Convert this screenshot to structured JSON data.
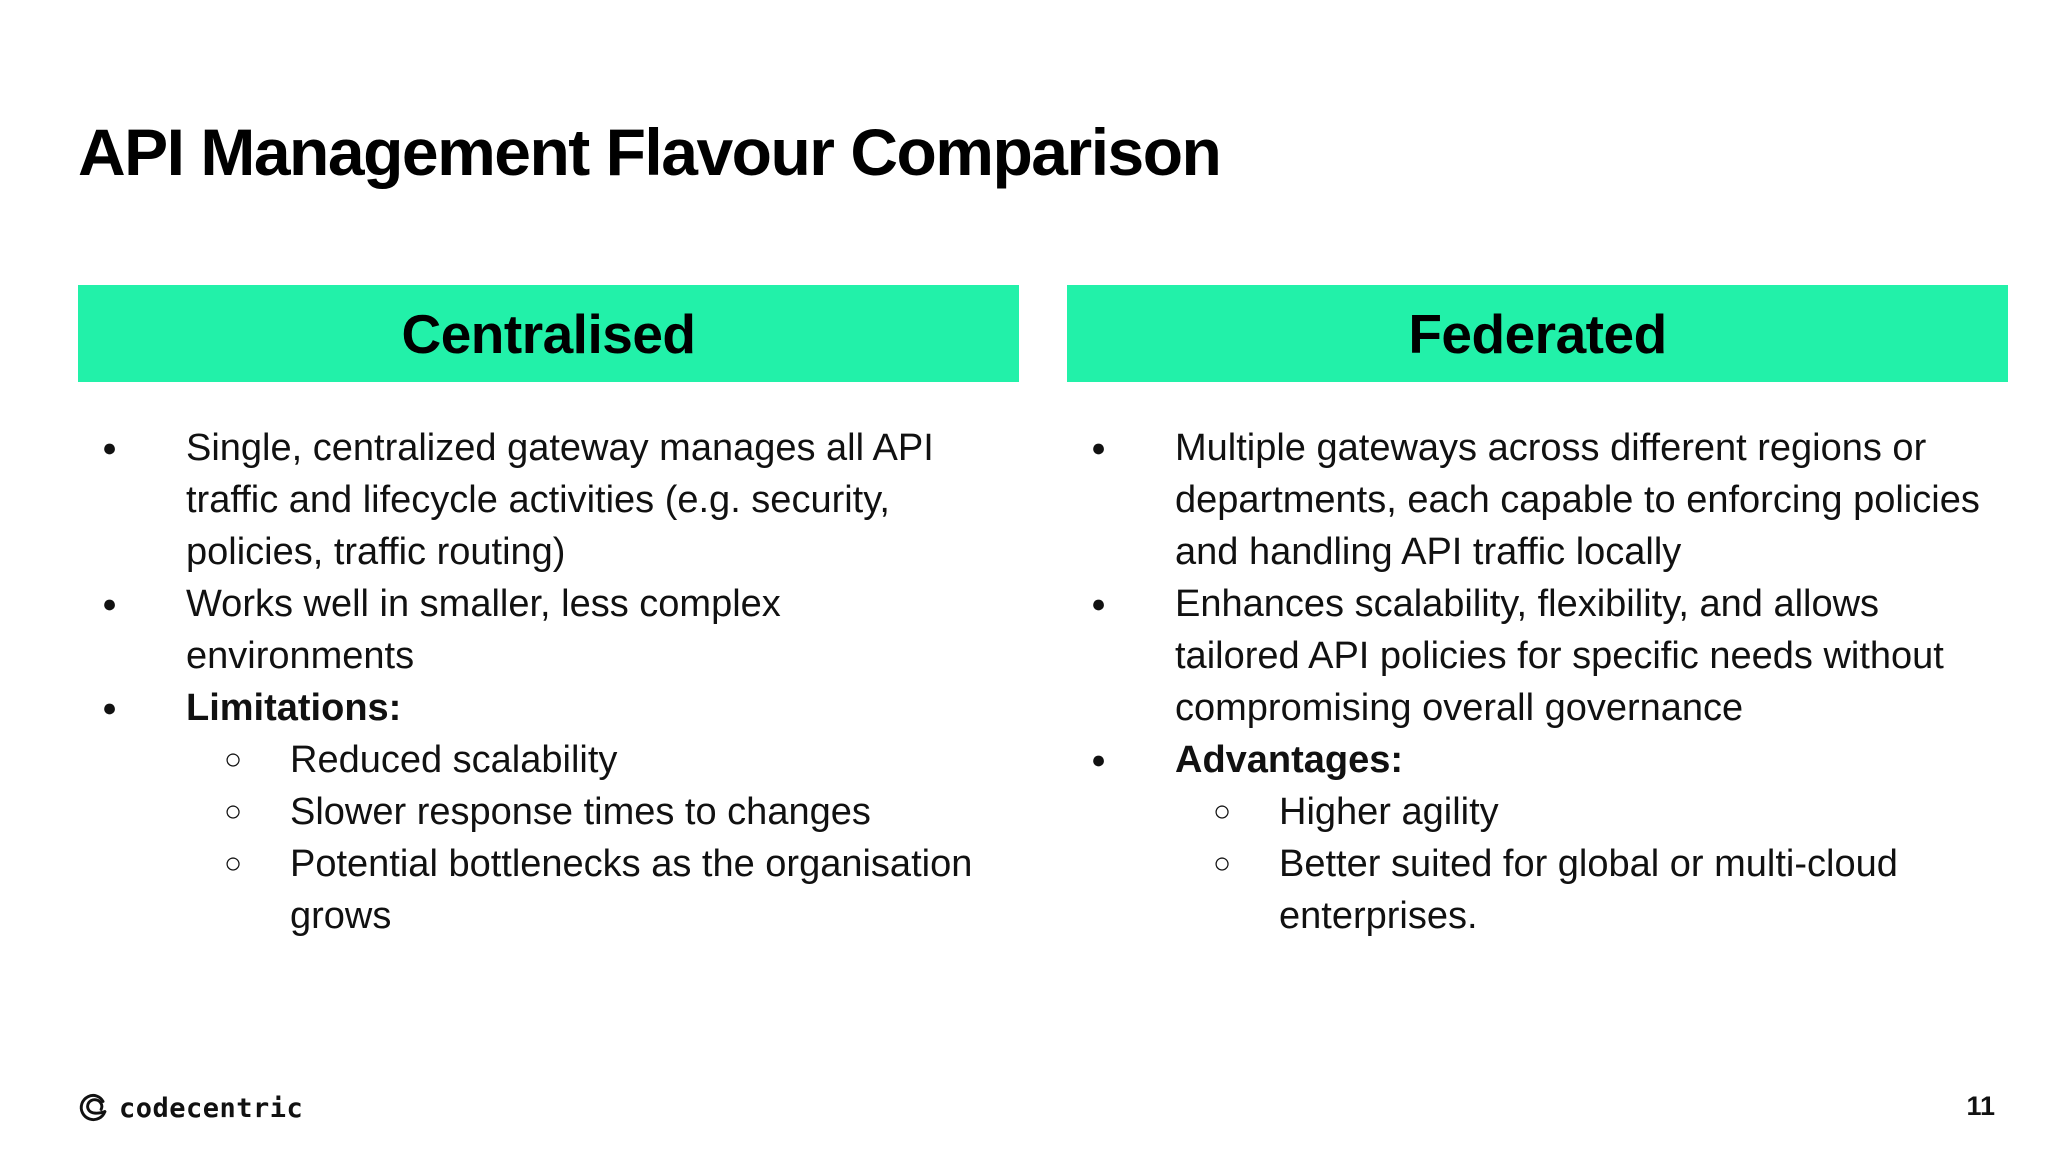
{
  "slide": {
    "title": "API Management Flavour Comparison",
    "accent_color": "#22F1A9",
    "page_number": "11",
    "brand": {
      "logo_icon": "codecentric-swirl-icon",
      "logo_text": "codecentric"
    },
    "columns": [
      {
        "header": "Centralised",
        "items": [
          {
            "level": 1,
            "bold": false,
            "text": "Single, centralized gateway manages all API traffic and lifecycle activities (e.g. security, policies, traffic routing)"
          },
          {
            "level": 1,
            "bold": false,
            "text": "Works well in smaller, less complex environments"
          },
          {
            "level": 1,
            "bold": true,
            "text": "Limitations:"
          },
          {
            "level": 2,
            "bold": false,
            "text": "Reduced scalability"
          },
          {
            "level": 2,
            "bold": false,
            "text": "Slower response times to changes"
          },
          {
            "level": 2,
            "bold": false,
            "text": "Potential bottlenecks as the organisation grows"
          }
        ]
      },
      {
        "header": "Federated",
        "items": [
          {
            "level": 1,
            "bold": false,
            "text": "Multiple gateways across different regions or departments, each capable to enforcing policies and handling API traffic locally"
          },
          {
            "level": 1,
            "bold": false,
            "text": "Enhances scalability, flexibility, and allows tailored API policies for specific needs without compromising overall governance"
          },
          {
            "level": 1,
            "bold": true,
            "text": "Advantages:"
          },
          {
            "level": 2,
            "bold": false,
            "text": "Higher agility"
          },
          {
            "level": 2,
            "bold": false,
            "text": "Better suited for global or multi-cloud enterprises."
          }
        ]
      }
    ]
  }
}
